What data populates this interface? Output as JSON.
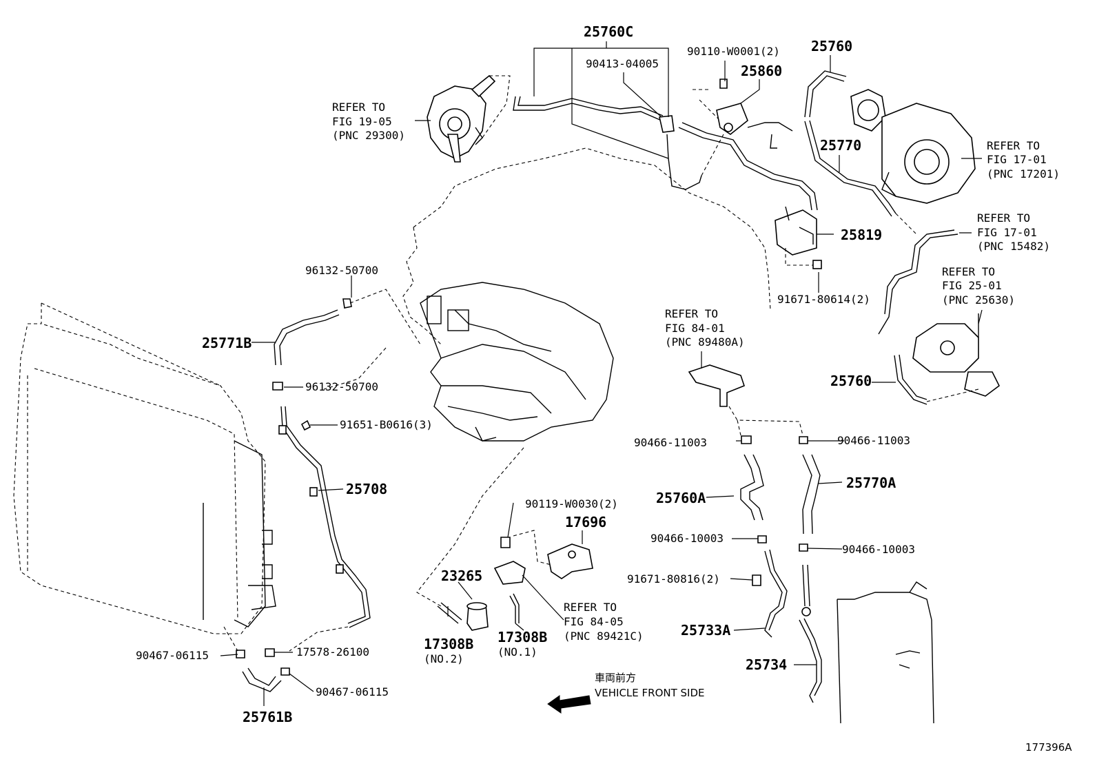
{
  "diagram_id": "177396A",
  "direction": {
    "jp": "車両前方",
    "en": "VEHICLE FRONT SIDE"
  },
  "refs": {
    "r1": {
      "line1": "REFER TO",
      "line2": "FIG 19-05",
      "line3": "(PNC 29300)"
    },
    "r2": {
      "line1": "REFER TO",
      "line2": "FIG 17-01",
      "line3": "(PNC 17201)"
    },
    "r3": {
      "line1": "REFER TO",
      "line2": "FIG 17-01",
      "line3": "(PNC 15482)"
    },
    "r4": {
      "line1": "REFER TO",
      "line2": "FIG 25-01",
      "line3": "(PNC 25630)"
    },
    "r5": {
      "line1": "REFER TO",
      "line2": "FIG 84-01",
      "line3": "(PNC 89480A)"
    },
    "r6": {
      "line1": "REFER TO",
      "line2": "FIG 84-05",
      "line3": "(PNC 89421C)"
    }
  },
  "labels": {
    "p25760C": "25760C",
    "p90413": "90413-04005",
    "p90110": "90110-W0001(2)",
    "p25860": "25860",
    "p25760a": "25760",
    "p25770": "25770",
    "p25819": "25819",
    "p91671a": "91671-80614(2)",
    "p25760b": "25760",
    "p96132a": "96132-50700",
    "p25771B": "25771B",
    "p96132b": "96132-50700",
    "p91651": "91651-B0616(3)",
    "p25708": "25708",
    "p90119": "90119-W0030(2)",
    "p17696": "17696",
    "p23265": "23265",
    "p17308B2": "17308B",
    "p17308B2n": "(NO.2)",
    "p17308B1": "17308B",
    "p17308B1n": "(NO.1)",
    "p90466a": "90466-11003",
    "p90466b": "90466-11003",
    "p25760A": "25760A",
    "p25770A": "25770A",
    "p90466c": "90466-10003",
    "p90466d": "90466-10003",
    "p91671b": "91671-80816(2)",
    "p25733A": "25733A",
    "p25734": "25734",
    "p90467a": "90467-06115",
    "p17578": "17578-26100",
    "p90467b": "90467-06115",
    "p25761B": "25761B"
  }
}
